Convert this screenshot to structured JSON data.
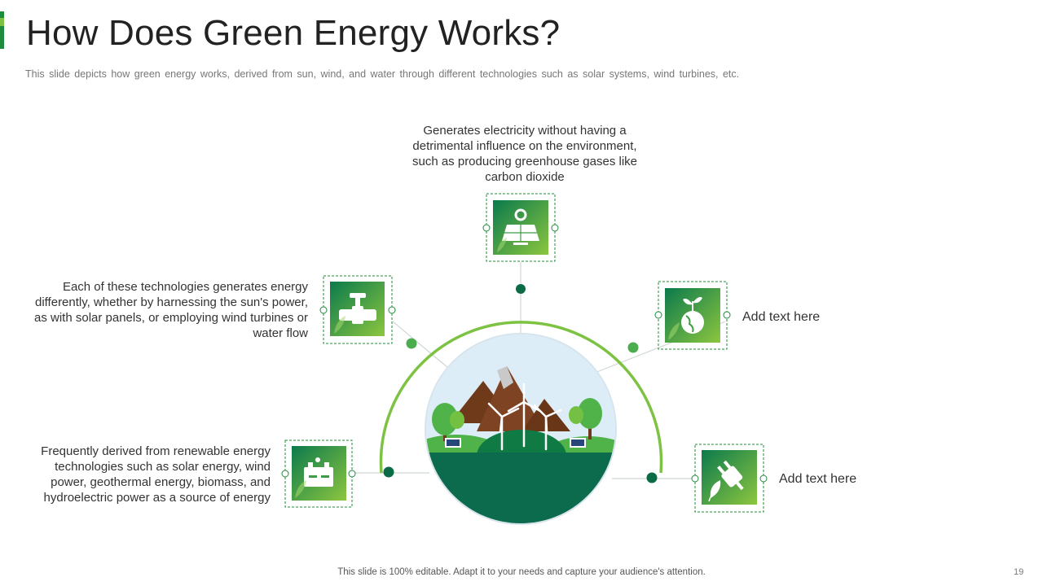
{
  "slide": {
    "title": "How Does Green Energy Works?",
    "subtitle": "This slide depicts how green energy works, derived from sun, wind, and water through different technologies such as solar systems, wind turbines, etc.",
    "footer": "This slide is 100% editable. Adapt it to your needs and capture your audience's attention.",
    "page_number": "19"
  },
  "items": {
    "top": "Generates electricity without having a detrimental influence on the environment, such as producing greenhouse gases like carbon dioxide",
    "left_upper": "Each of these technologies generates energy differently, whether by harnessing the sun's power, as with solar panels, or employing wind turbines or water flow",
    "left_lower": "Frequently derived from renewable energy technologies such as solar energy, wind power, geothermal energy, biomass, and hydroelectric power as a source of energy",
    "right_upper": "Add text here",
    "right_lower": "Add text here"
  },
  "icons": {
    "top": "solar-panel-gear-icon",
    "left_upper": "water-pipe-valve-icon",
    "left_lower": "battery-icon",
    "right_upper": "eco-globe-icon",
    "right_lower": "eco-plug-icon"
  },
  "colors": {
    "dark_green": "#0b7a4c",
    "light_green": "#8cc63f",
    "arc": "#7dc242"
  }
}
